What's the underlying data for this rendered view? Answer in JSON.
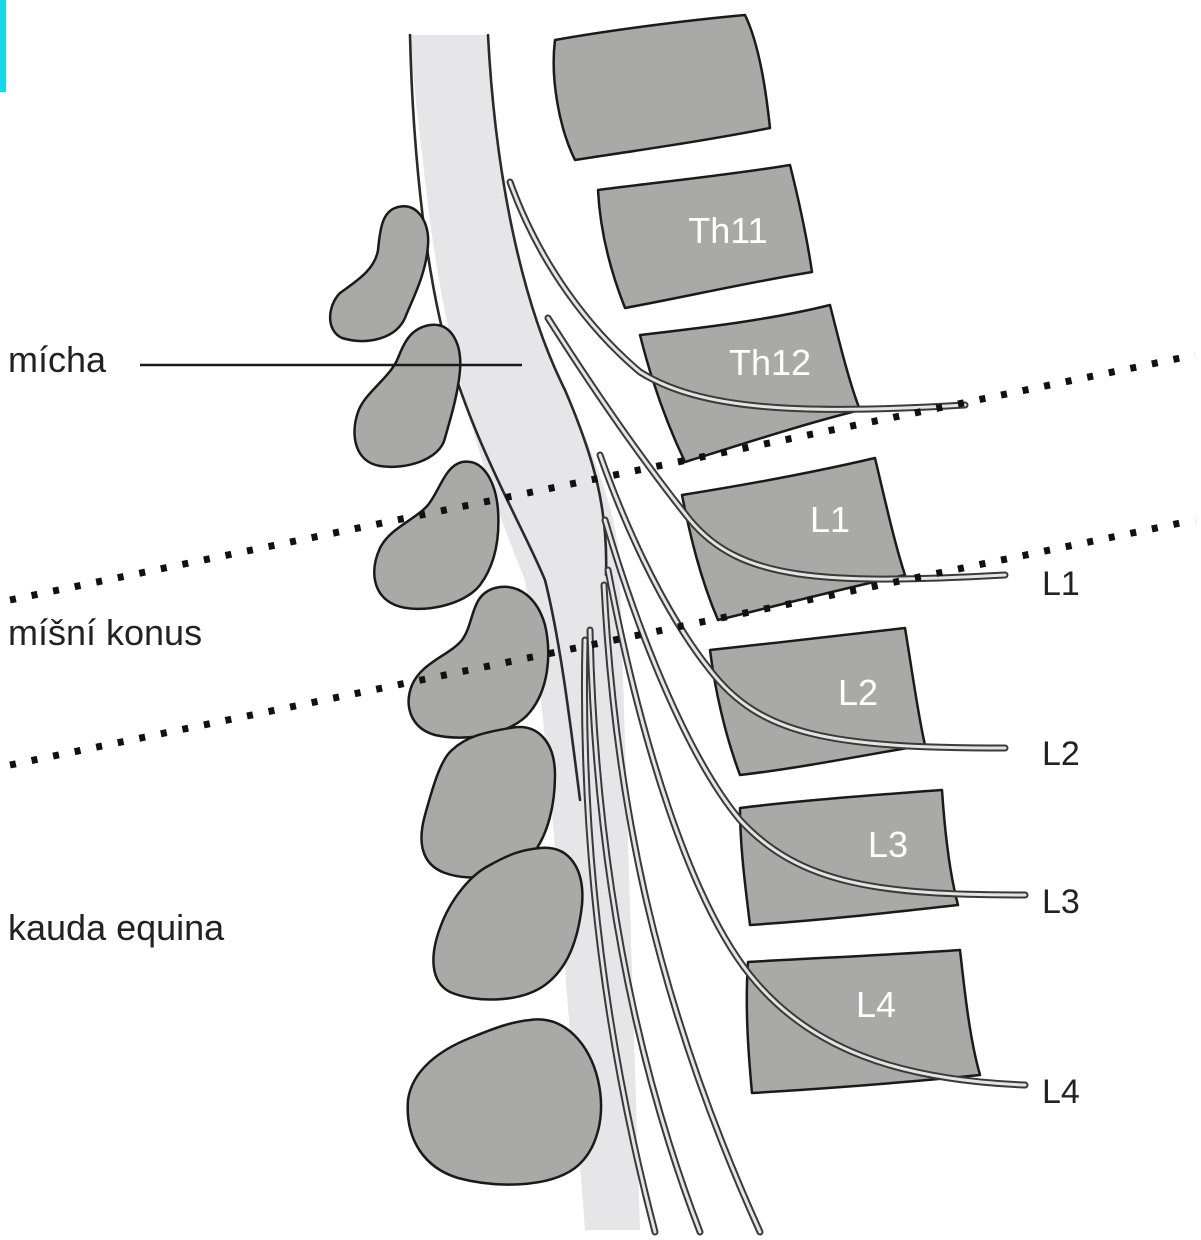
{
  "labels": {
    "micha": "mícha",
    "konus": "míšní konus",
    "kauda": "kauda equina"
  },
  "vertebrae": [
    "Th11",
    "Th12",
    "L1",
    "L2",
    "L3",
    "L4"
  ],
  "roots": [
    "L1",
    "L2",
    "L3",
    "L4"
  ],
  "colors": {
    "bone": "#a9aaa8",
    "cord": "#e6e6e8",
    "accent": "#19d7ea"
  }
}
